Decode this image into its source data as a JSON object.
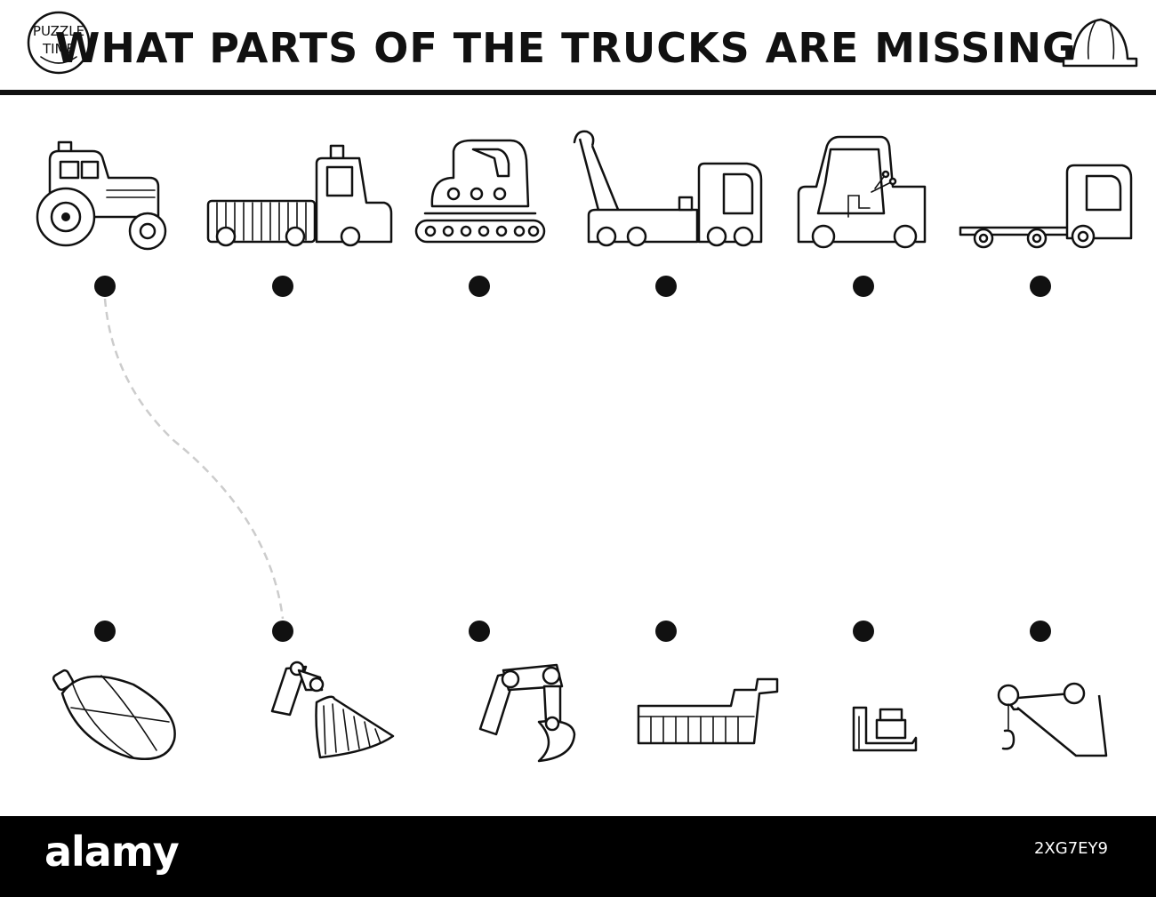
{
  "title": "WHAT PARTS OF THE TRUCKS ARE MISSING?",
  "logo": {
    "line1": "PUZZLE",
    "line2": "TIME"
  },
  "top_vehicles": [
    {
      "name": "tractor"
    },
    {
      "name": "dump truck"
    },
    {
      "name": "excavator"
    },
    {
      "name": "crane truck"
    },
    {
      "name": "forklift"
    },
    {
      "name": "flatbed truck"
    }
  ],
  "bottom_parts": [
    {
      "name": "concrete mixer drum"
    },
    {
      "name": "front loader bucket"
    },
    {
      "name": "excavator arm"
    },
    {
      "name": "dump body"
    },
    {
      "name": "forklift mast"
    },
    {
      "name": "crane boom"
    }
  ],
  "example_connection": {
    "from_top": 1,
    "to_bottom": 2
  },
  "footer": {
    "watermark": "alamy",
    "image_id": "2XG7EY9"
  },
  "colors": {
    "ink": "#111111",
    "footer": "#000000",
    "dashed_line": "#cccccc"
  }
}
